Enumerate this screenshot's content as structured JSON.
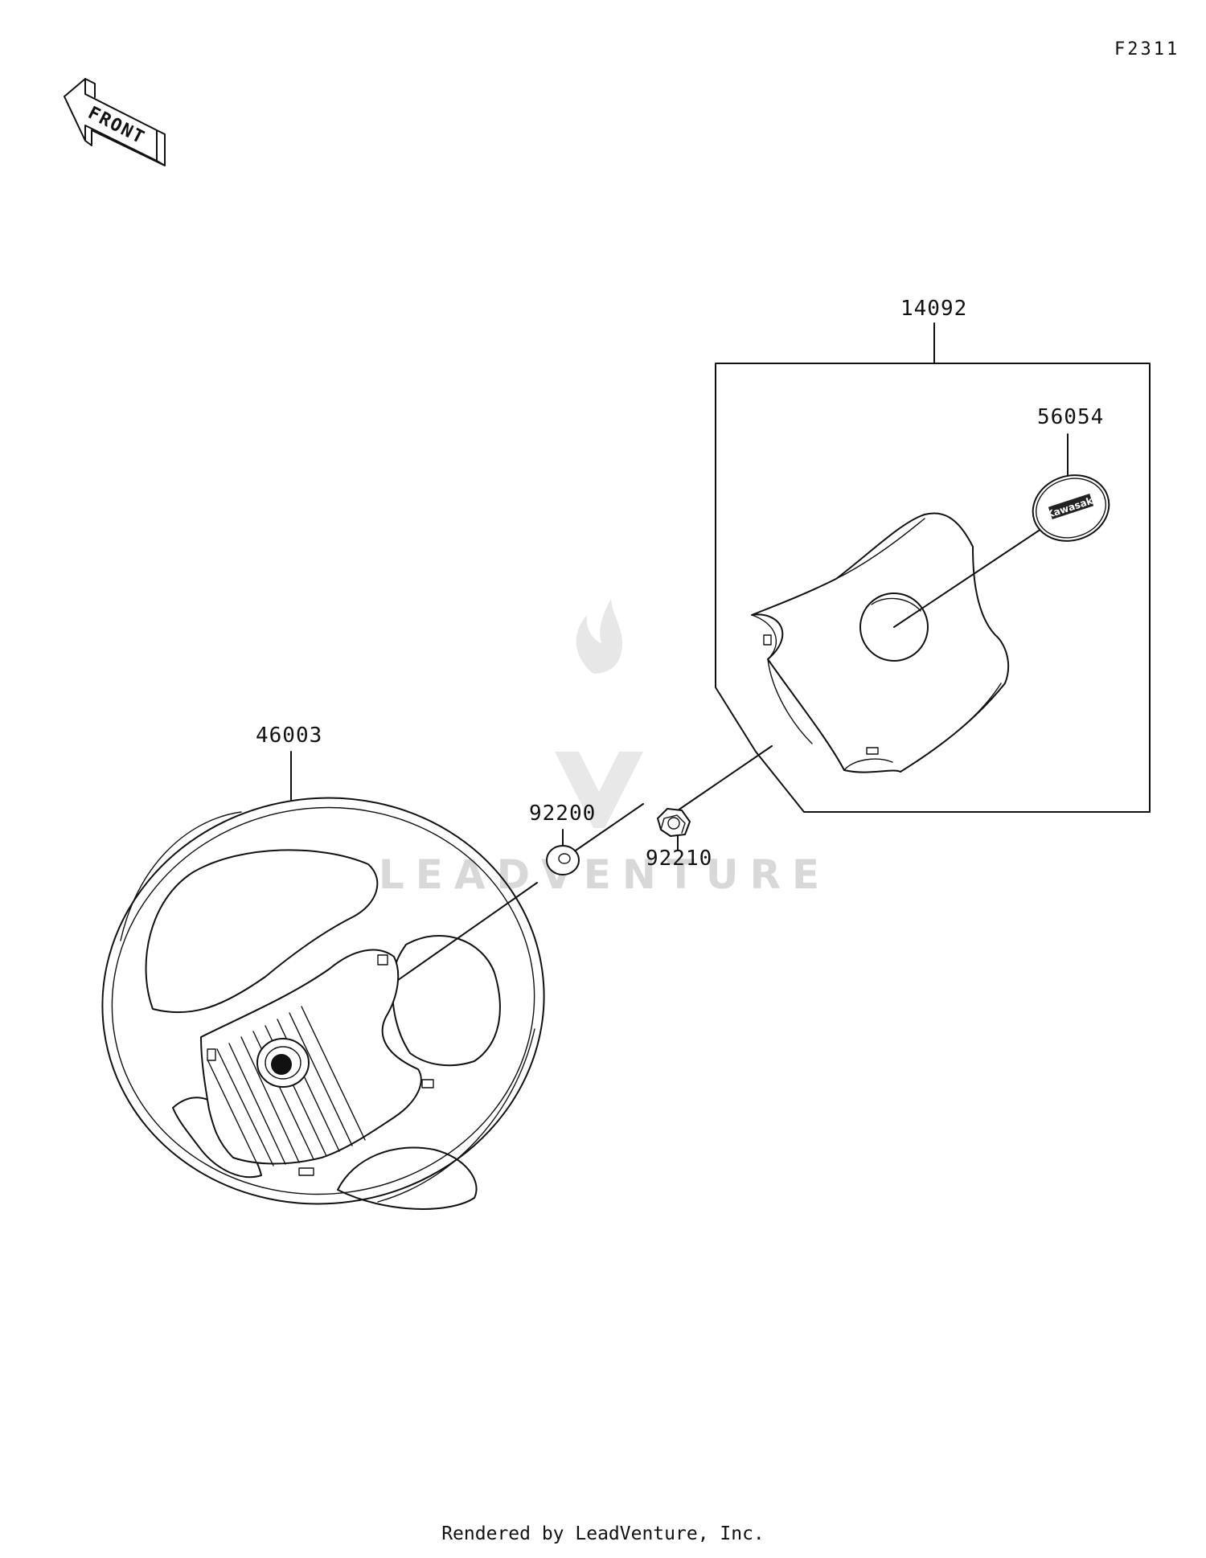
{
  "diagram": {
    "code": "F2311",
    "front_label": "FRONT",
    "parts": [
      {
        "number": "14092"
      },
      {
        "number": "56054"
      },
      {
        "number": "46003"
      },
      {
        "number": "92200"
      },
      {
        "number": "92210"
      }
    ],
    "emblem_text": "Kawasaki"
  },
  "watermark": {
    "text": "LEADVENTURE"
  },
  "footer": {
    "text": "Rendered by LeadVenture, Inc."
  }
}
